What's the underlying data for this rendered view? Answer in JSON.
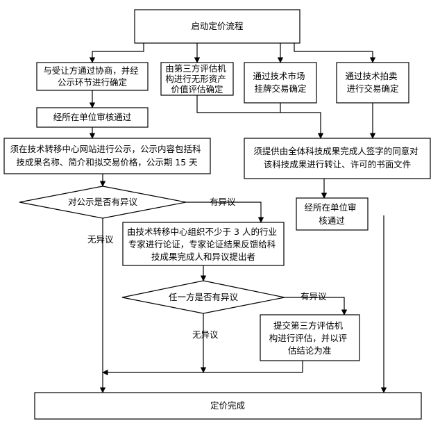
{
  "nodes": {
    "start": "启动定价流程",
    "negotiate": [
      "与受让方通过协商，并经",
      "公示环节进行确定"
    ],
    "third_party_eval": [
      "由第三方评估机",
      "构进行无形资产",
      "价值评估确定"
    ],
    "market_listing": [
      "通过技术市场",
      "挂牌交易确定"
    ],
    "auction": [
      "通过技术拍卖",
      "进行交易确定"
    ],
    "unit_review_left": "经所在单位审核通过",
    "publicity": [
      "须在技术转移中心网站进行公示，公示内容包括科",
      "技成果名称、简介和拟交易价格，公示期 15 天"
    ],
    "consent_doc": [
      "须提供由全体科技成果完成人签字的同意对",
      "该科技成果进行转让、许可的书面文件"
    ],
    "decision_publicity": "对公示是否有异议",
    "unit_review_right": [
      "经所在单位审",
      "核通过"
    ],
    "expert_review": [
      "由技术转移中心组织不少于 3 人的行业",
      "专家进行论证，专家论证结果反馈给科",
      "技成果完成人和异议提出者"
    ],
    "decision_either": "任一方是否有异议",
    "submit_eval": [
      "提交第三方评估机",
      "构进行评估，并以评",
      "估结论为准"
    ],
    "end": "定价完成"
  },
  "edge_labels": {
    "has_objection_1": "有异议",
    "no_objection_1": "无异议",
    "has_objection_2": "有异议",
    "no_objection_2": "无异议"
  }
}
